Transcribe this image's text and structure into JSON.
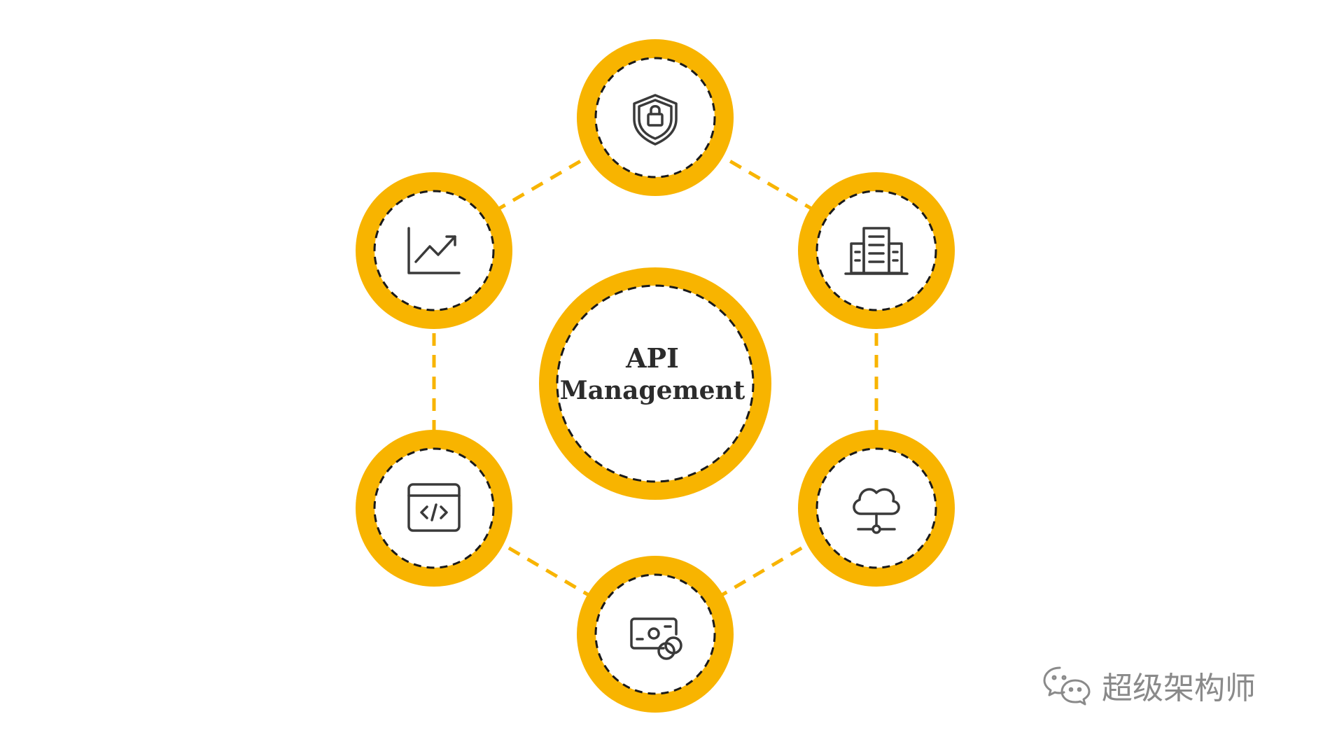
{
  "diagram": {
    "center": {
      "line1": "API",
      "line2": "Management"
    },
    "nodes": [
      {
        "position": "top",
        "icon": "shield-lock-icon"
      },
      {
        "position": "upper-right",
        "icon": "office-building-icon"
      },
      {
        "position": "lower-right",
        "icon": "cloud-network-icon"
      },
      {
        "position": "bottom",
        "icon": "payment-card-icon"
      },
      {
        "position": "lower-left",
        "icon": "code-window-icon"
      },
      {
        "position": "upper-left",
        "icon": "growth-chart-icon"
      }
    ]
  },
  "colors": {
    "ring": "#F8B400",
    "dash": "#1a1a1a",
    "icon": "#3a3a3a",
    "watermark": "#8a8a8a"
  },
  "watermark": {
    "icon": "wechat-icon",
    "text": "超级架构师"
  }
}
